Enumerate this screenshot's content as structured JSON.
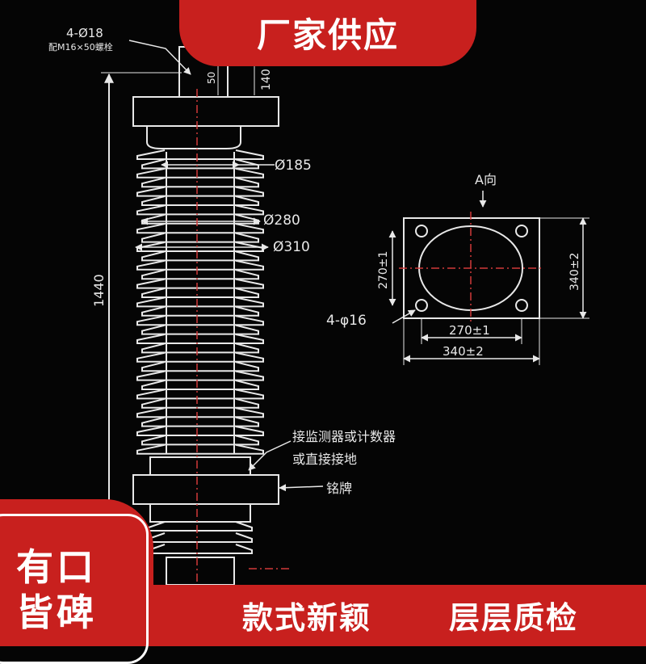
{
  "banner": {
    "top": "厂家供应",
    "badge_line1": "有口",
    "badge_line2": "皆碑",
    "bottom_left": "款式新颖",
    "bottom_right": "层层质检"
  },
  "drawing": {
    "bolt_spec_1": "4-Ø18",
    "bolt_spec_2": "配M16×50螺栓",
    "dim_top_1": "50",
    "dim_top_2": "140",
    "dim_d185": "Ø185",
    "dim_d280": "Ø280",
    "dim_d310": "Ø310",
    "dim_height": "1440",
    "view_label": "A向",
    "dim_270_v": "270±1",
    "dim_340_v": "340±2",
    "hole_spec": "4-φ16",
    "dim_270_h": "270±1",
    "dim_340_h": "340±2",
    "note_1": "接监测器或计数器",
    "note_2": "或直接接地",
    "note_3": "铭牌"
  },
  "colors": {
    "banner_red": "#c8201e",
    "drawing_line": "#e8e8e8",
    "center_line": "#d23a3a",
    "background": "#050505"
  }
}
